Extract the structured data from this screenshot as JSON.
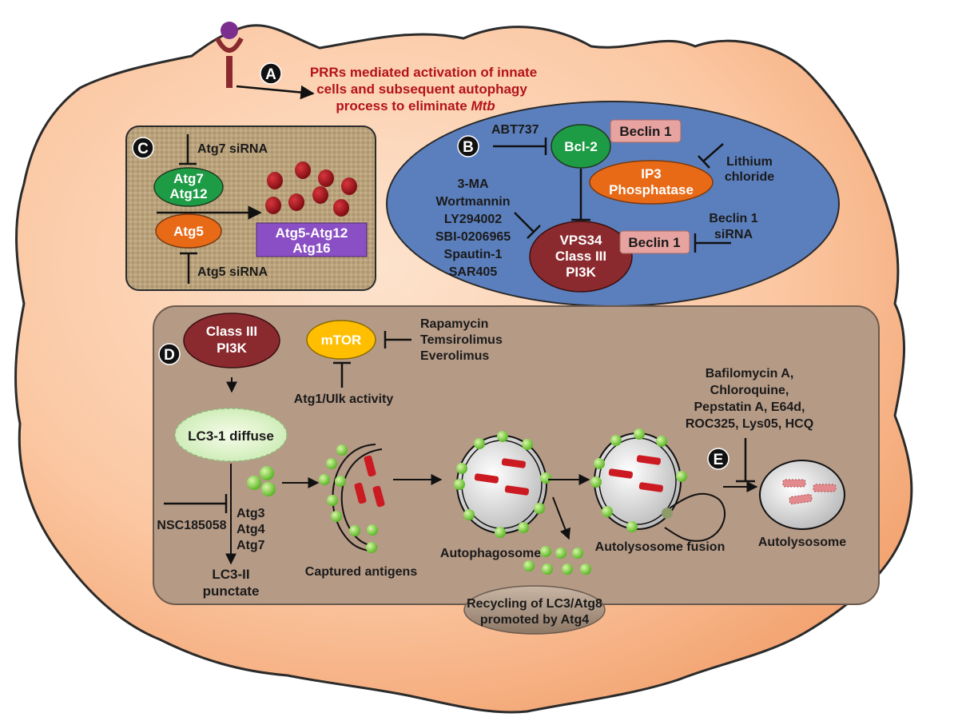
{
  "section_a": {
    "letter": "A",
    "caption_line1": "PRRs mediated activation of innate",
    "caption_line2": "cells and subsequent autophagy",
    "caption_line3_prefix": "process to eliminate ",
    "caption_line3_italic": "Mtb"
  },
  "section_b": {
    "letter": "B",
    "abt737": "ABT737",
    "bcl2": "Bcl-2",
    "beclin1_top": "Beclin 1",
    "ip3_line1": "IP3",
    "ip3_line2": "Phosphatase",
    "lithium_line1": "Lithium",
    "lithium_line2": "chloride",
    "inhibitors": [
      "3-MA",
      "Wortmannin",
      "LY294002",
      "SBI-0206965",
      "Spautin-1",
      "SAR405"
    ],
    "vps34_line1": "VPS34",
    "vps34_line2": "Class III",
    "vps34_line3": "PI3K",
    "beclin1_bottom": "Beclin 1",
    "beclin_sirna_line1": "Beclin 1",
    "beclin_sirna_line2": "siRNA"
  },
  "section_c": {
    "letter": "C",
    "atg7_sirna": "Atg7 siRNA",
    "atg7": "Atg7",
    "atg12": "Atg12",
    "atg5": "Atg5",
    "atg5_sirna": "Atg5 siRNA",
    "complex_line1": "Atg5-Atg12",
    "complex_line2": "Atg16"
  },
  "section_d": {
    "letter": "D",
    "class3_line1": "Class III",
    "class3_line2": "PI3K",
    "mtor": "mTOR",
    "rapalogs": [
      "Rapamycin",
      "Temsirolimus",
      "Everolimus"
    ],
    "atg1": "Atg1/Ulk activity",
    "lc3_1": "LC3-1 diffuse",
    "nsc": "NSC185058",
    "atgs": [
      "Atg3",
      "Atg4",
      "Atg7"
    ],
    "lc3_2_line1": "LC3-II",
    "lc3_2_line2": "punctate",
    "captured": "Captured antigens",
    "autophagosome": "Autophagosome",
    "fusion": "Autolysosome fusion",
    "autolysosome": "Autolysosome",
    "recycling_line1": "Recycling of LC3/Atg8",
    "recycling_line2": "promoted by Atg4"
  },
  "section_e": {
    "letter": "E",
    "drugs": [
      "Bafilomycin A,",
      "Chloroquine,",
      "Pepstatin A, E64d,",
      "ROC325, Lys05, HCQ"
    ]
  },
  "colors": {
    "cell_fill": "#fbc7a2",
    "cell_stroke": "#2b2b2b",
    "blue_oval": "#5b7fbd",
    "maroon": "#8b2a2e",
    "green_node": "#1e9b45",
    "orange_node": "#e86a17",
    "pink_box": "#e6a3a0",
    "purple_box": "#8a4fc4",
    "yellow_node": "#ffbf00",
    "box_c": "#b9a27c",
    "box_d": "#b59a86",
    "red_text": "#b3131b"
  }
}
